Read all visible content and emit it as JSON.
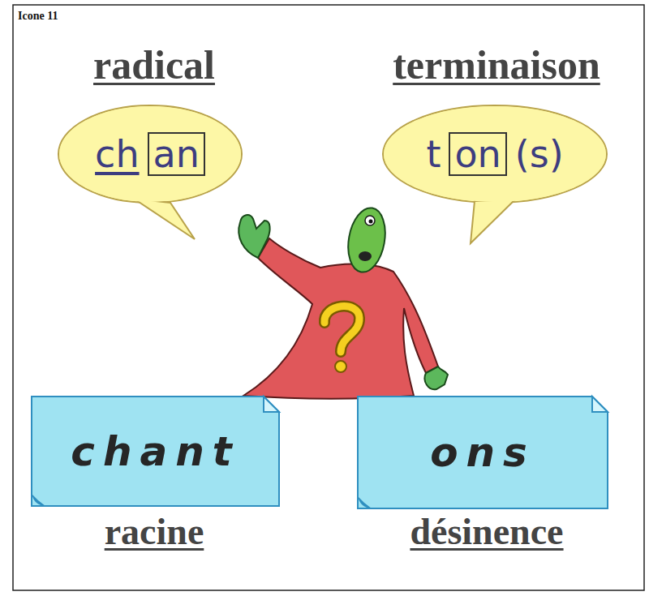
{
  "diagram": {
    "nodes": [
      {
        "text": [
          "ch"
        ]
      },
      {
        "text": [
          "an"
        ],
        "in": 0
      },
      {
        "text": [
          "t",
          "(s)"
        ]
      },
      {
        "text": [
          "on"
        ],
        "in": 2
      },
      {
        "text": [
          "chant"
        ]
      },
      {
        "text": [
          "ons"
        ]
      }
    ],
    "labels": [
      "Icone 11",
      "radical",
      "terminaison",
      "racine",
      "désinence"
    ]
  }
}
